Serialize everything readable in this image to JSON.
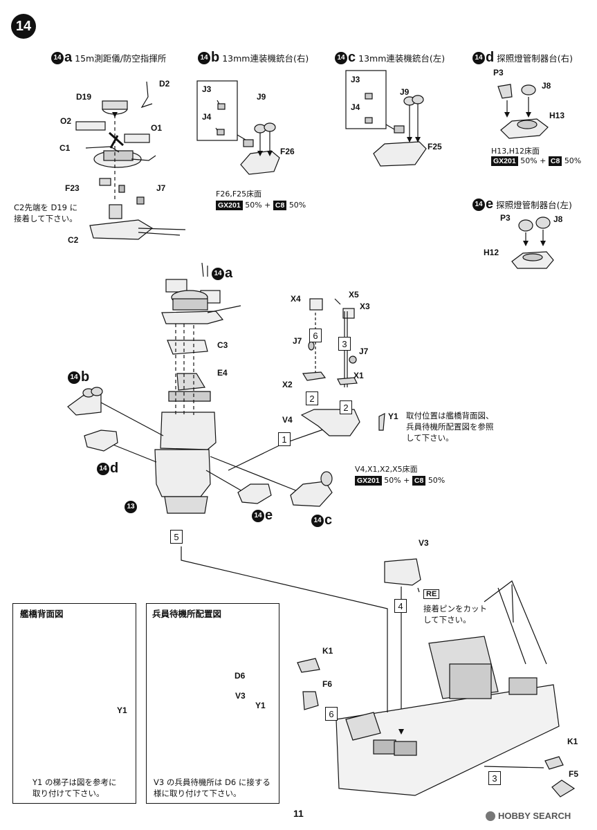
{
  "step": {
    "number": "14"
  },
  "subassemblies": {
    "a": {
      "badge": "14",
      "letter": "a",
      "title": "15m測距儀/防空指揮所"
    },
    "b": {
      "badge": "14",
      "letter": "b",
      "title": "13mm連装機銃台(右)"
    },
    "c": {
      "badge": "14",
      "letter": "c",
      "title": "13mm連装機銃台(左)"
    },
    "d": {
      "badge": "14",
      "letter": "d",
      "title": "探照燈管制器台(右)"
    },
    "e": {
      "badge": "14",
      "letter": "e",
      "title": "探照燈管制器台(左)"
    }
  },
  "parts": {
    "D19": "D19",
    "D2": "D2",
    "O2": "O2",
    "O1": "O1",
    "C1": "C1",
    "F23": "F23",
    "J7": "J7",
    "C2": "C2",
    "J3": "J3",
    "J4": "J4",
    "J9": "J9",
    "F26": "F26",
    "F25": "F25",
    "P3": "P3",
    "J8": "J8",
    "H13": "H13",
    "H12": "H12",
    "C3": "C3",
    "E4": "E4",
    "X4": "X4",
    "X5": "X5",
    "X3": "X3",
    "X2": "X2",
    "X1": "X1",
    "V4": "V4",
    "Y1": "Y1",
    "V3": "V3",
    "K1": "K1",
    "F6": "F6",
    "F5": "F5",
    "D6": "D6",
    "RE": "RE"
  },
  "notes": {
    "c2_line1": "C2先端を D19 に",
    "c2_line2": "接着して下さい。",
    "f26_floor": "F26,F25床面",
    "h13_floor": "H13,H12床面",
    "v4_floor": "V4,X1,X2,X5床面",
    "y1_line1": "取付位置は艦橋背面図、",
    "y1_line2": "兵員待機所配置図を参照",
    "y1_line3": "して下さい。",
    "re_line1": "接着ピンをカット",
    "re_line2": "して下さい。",
    "bridge_note1": "Y1 の梯子は図を参考に",
    "bridge_note2": "取り付けて下さい。",
    "crew_note1": "V3 の兵員待機所は D6 に接する",
    "crew_note2": "様に取り付けて下さい。"
  },
  "paint": {
    "color1": "GX201",
    "color2": "C8",
    "ratio1": "50%",
    "ratio2": "50%",
    "plus": "+"
  },
  "callouts": {
    "a": "a",
    "b": "b",
    "c": "c",
    "d": "d",
    "e": "e",
    "thirteen": "13"
  },
  "sequence": [
    "1",
    "2",
    "2",
    "3",
    "3",
    "4",
    "5",
    "6",
    "6"
  ],
  "panels": {
    "bridge_rear": "艦橋背面図",
    "crew_standby": "兵員待機所配置図"
  },
  "page_number": "11",
  "watermark": "HOBBY SEARCH"
}
